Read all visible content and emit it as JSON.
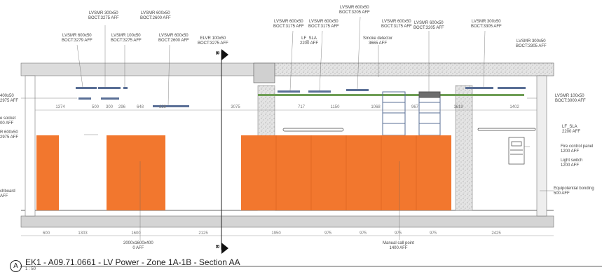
{
  "drawing": {
    "title": "EK1 - A09.71.0661 - LV Power - Zone 1A-1B - Section AA",
    "scale": "1 : 50",
    "view_ref": "A",
    "section_marker": "B",
    "colors": {
      "equipment": "#f2772e",
      "tray": "#6f9e56",
      "duct": "#5a6f96",
      "concrete": "#c8c8c8"
    }
  },
  "labels": [
    "LVSMR 300x50\nBOCT:3275 AFF",
    "LVSMR 600x50\nBOCT:2600 AFF",
    "LVSMR 600x50\nBOCT:3279 AFF",
    "LVSMR 100x50\nBOCT:3275 AFF",
    "LVSMR 600x50\nBOCT:2600 AFF",
    "ELVR 100x50\nBOCT:3275 AFF",
    "LVSMR 600x50\nBOCT:3205 AFF",
    "LVSMR 600x50\nBOCT:3175 AFF",
    "LVSMR 600x50\nBOCT:3175 AFF",
    "LF_SLA\n2200 AFF",
    "Smoke detector\n3665 AFF",
    "LVSMR 600x50\nBOCT:3175 AFF",
    "LVSMR 600x50\nBOCT:3205 AFF",
    "LVSMR 300x50\nBOCT:3305 AFF",
    "LVSMR 300x50\nBOCT:3305 AFF",
    "LVSMR 100x50\nBOCT:3000 AFF",
    "LF_SLA\n2200 AFF",
    "Fire control panel\n1200 AFF",
    "Light switch\n1200 AFF",
    "Equipotential bonding\n500 AFF",
    "400x50\n2975 AFF",
    "e socket\n00 AFF",
    "R 600x50\n2975 AFF",
    "chboard\nAFF",
    "2000x1600x400\n0 AFF",
    "Manual call point\n1400 AFF"
  ],
  "dims_upper": [
    "1374",
    "500",
    "300",
    "296",
    "648",
    "329",
    "3075",
    "717",
    "1150",
    "1068",
    "967",
    "1619",
    "1402"
  ],
  "dims_lower": [
    "600",
    "1303",
    "1600",
    "2125",
    "1950",
    "975",
    "975",
    "975",
    "975",
    "2425"
  ]
}
